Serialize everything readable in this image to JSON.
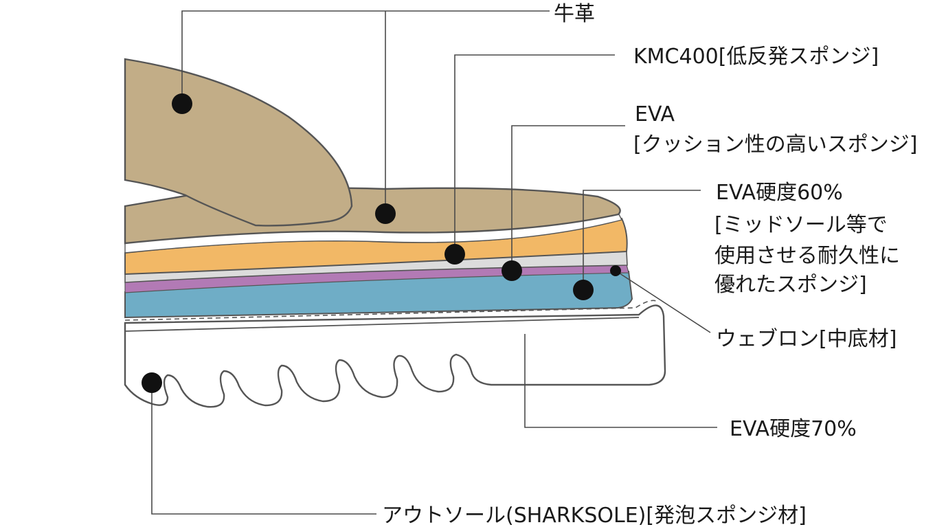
{
  "labels": {
    "leather": "牛革",
    "kmc400": "KMC400[低反発スポンジ]",
    "eva_line1": "EVA",
    "eva_line2": "[クッション性の高いスポンジ]",
    "eva60_line1": "EVA硬度60%",
    "eva60_line2": "[ミッドソール等で",
    "eva60_line3": "使用させる耐久性に",
    "eva60_line4": "優れたスポンジ]",
    "webron": "ウェブロン[中底材]",
    "eva70": "EVA硬度70%",
    "outsole": "アウトソール(SHARKSOLE)[発泡スポンジ材]"
  },
  "colors": {
    "leather": "#c2ad87",
    "kmc400": "#f2b866",
    "eva": "#dcdcdc",
    "webron": "#b27ab5",
    "eva60": "#6fadc6",
    "outsole": "#ffffff",
    "outline": "#555555"
  }
}
